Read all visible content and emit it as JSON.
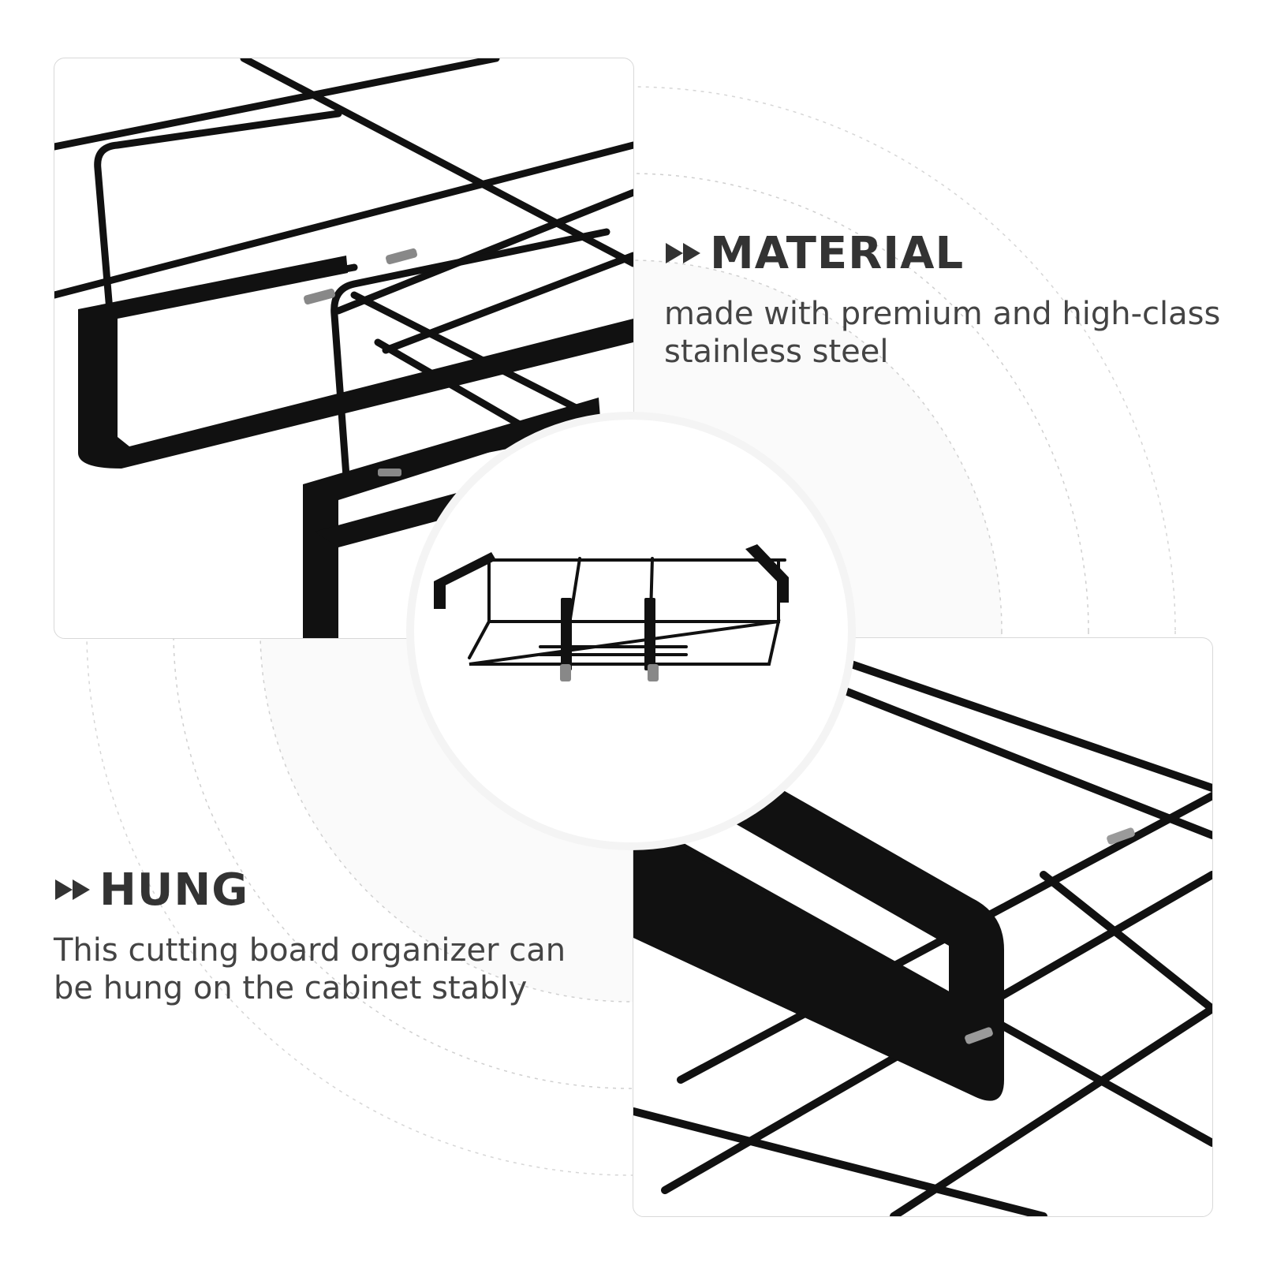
{
  "features": {
    "material": {
      "icon": "fast-forward-icon",
      "title": "MATERIAL",
      "description_lines": [
        "made with premium and high-class",
        "stainless steel"
      ]
    },
    "hung": {
      "icon": "fast-forward-icon",
      "title": "HUNG",
      "description_lines": [
        "This cutting board organizer can",
        "be hung on the cabinet stably"
      ]
    }
  },
  "colors": {
    "rack_black": "#111111",
    "text": "#3a3a3a",
    "panel_border": "#d8d8d8"
  }
}
